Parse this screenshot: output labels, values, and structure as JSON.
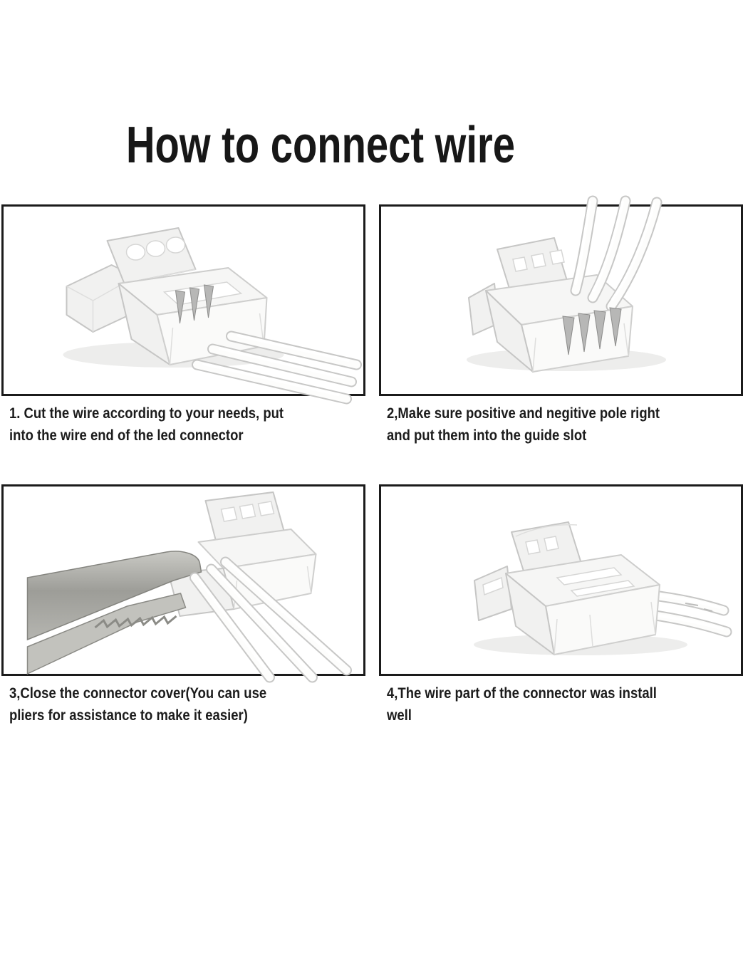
{
  "title": "How to connect wire",
  "colors": {
    "background": "#ffffff",
    "text": "#1c1c1c",
    "panel_border": "#1b1b1b",
    "wire": "#fdfdfc",
    "plastic": "#f6f6f5",
    "pliers": "#a8a8a3"
  },
  "steps": [
    {
      "caption": "1. Cut the wire according to your needs, put\ninto the wire end of the led connector",
      "image_alt": "transparent led strip connector with cover flipped open and three loose cut white wires"
    },
    {
      "caption": "2,Make sure positive and negitive pole right\nand put them into the guide slot",
      "image_alt": "white wires inserted from above into the connector guide slot, metal pins visible"
    },
    {
      "caption": "3,Close the connector cover(You can use\npliers for assistance to make it easier)",
      "image_alt": "gray pliers pressing the connector cover closed with wires exiting to the lower right"
    },
    {
      "caption": "4,The wire part of the connector was install\nwell",
      "image_alt": "closed transparent connector with installed wires extending to the right"
    }
  ]
}
